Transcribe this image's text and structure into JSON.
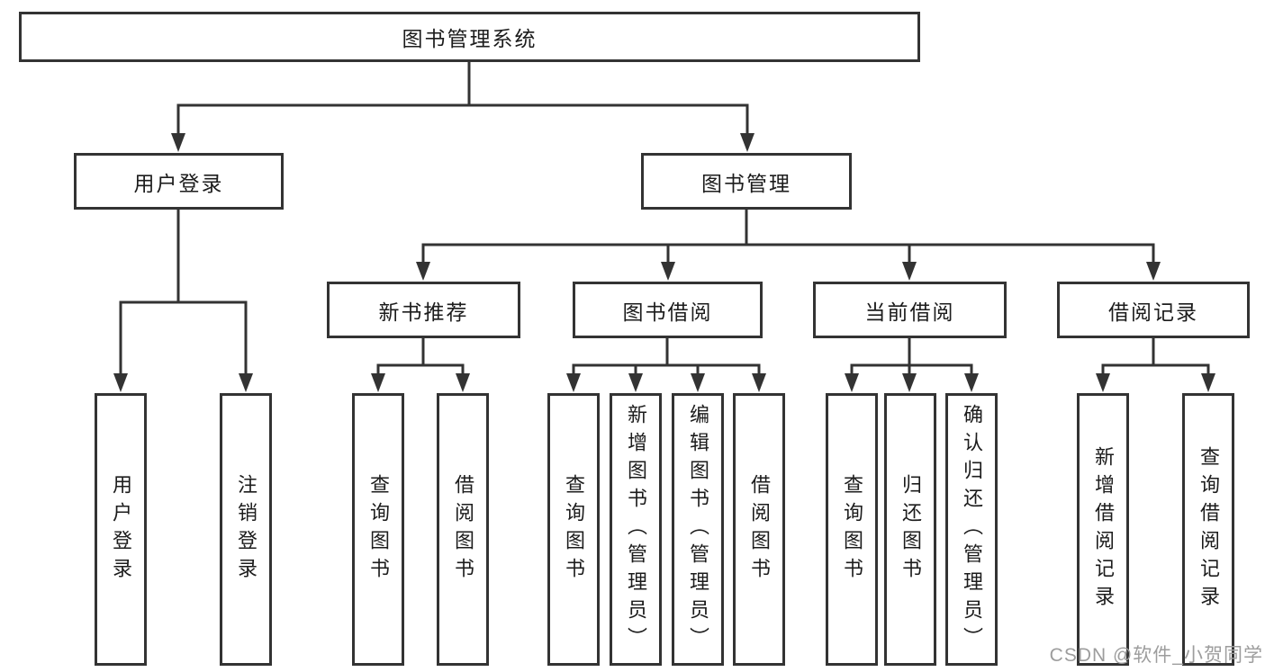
{
  "diagram": {
    "root": "图书管理系统",
    "nodes": {
      "user_login": "用户登录",
      "book_mgmt": "图书管理",
      "new_book_rec": "新书推荐",
      "book_borrow": "图书借阅",
      "current_borrow": "当前借阅",
      "borrow_record": "借阅记录"
    },
    "leaves": {
      "login": [
        "用户登录",
        "注销登录"
      ],
      "rec": [
        "查询图书",
        "借阅图书"
      ],
      "borrow": [
        "查询图书",
        "新增图书（管理员）",
        "编辑图书（管理员）",
        "借阅图书"
      ],
      "current": [
        "查询图书",
        "归还图书",
        "确认归还（管理员）"
      ],
      "record": [
        "新增借阅记录",
        "查询借阅记录"
      ]
    }
  },
  "watermark": "CSDN @软件_小贺同学",
  "colors": {
    "line": "#333333",
    "text": "#1c1c1c",
    "watermark": "#9d9d9d",
    "background": "#ffffff"
  }
}
